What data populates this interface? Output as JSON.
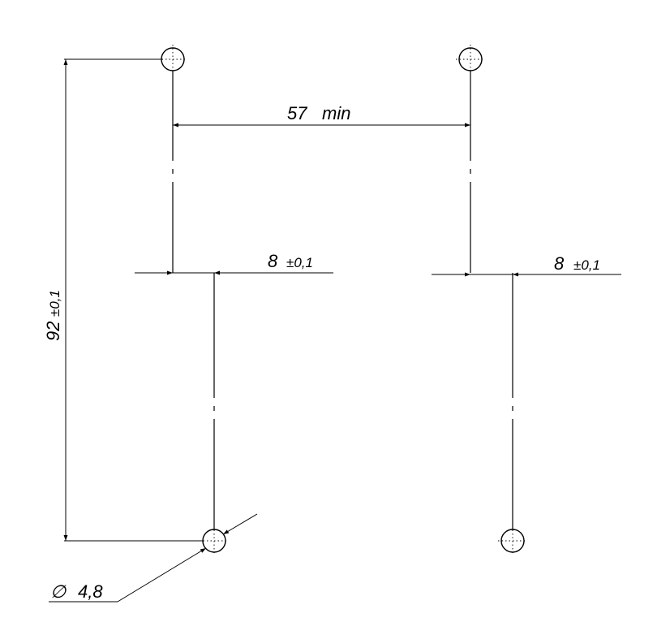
{
  "drawing": {
    "dim_span": {
      "value": "57",
      "suffix": "min"
    },
    "dim_height": {
      "value": "92",
      "tolerance": "±0,1"
    },
    "dim_offset_left": {
      "value": "8",
      "tolerance": "±0,1"
    },
    "dim_offset_right": {
      "value": "8",
      "tolerance": "±0,1"
    },
    "dim_diameter": {
      "symbol": "∅",
      "value": "4,8"
    }
  },
  "colors": {
    "ink": "#000000",
    "paper": "#ffffff"
  }
}
